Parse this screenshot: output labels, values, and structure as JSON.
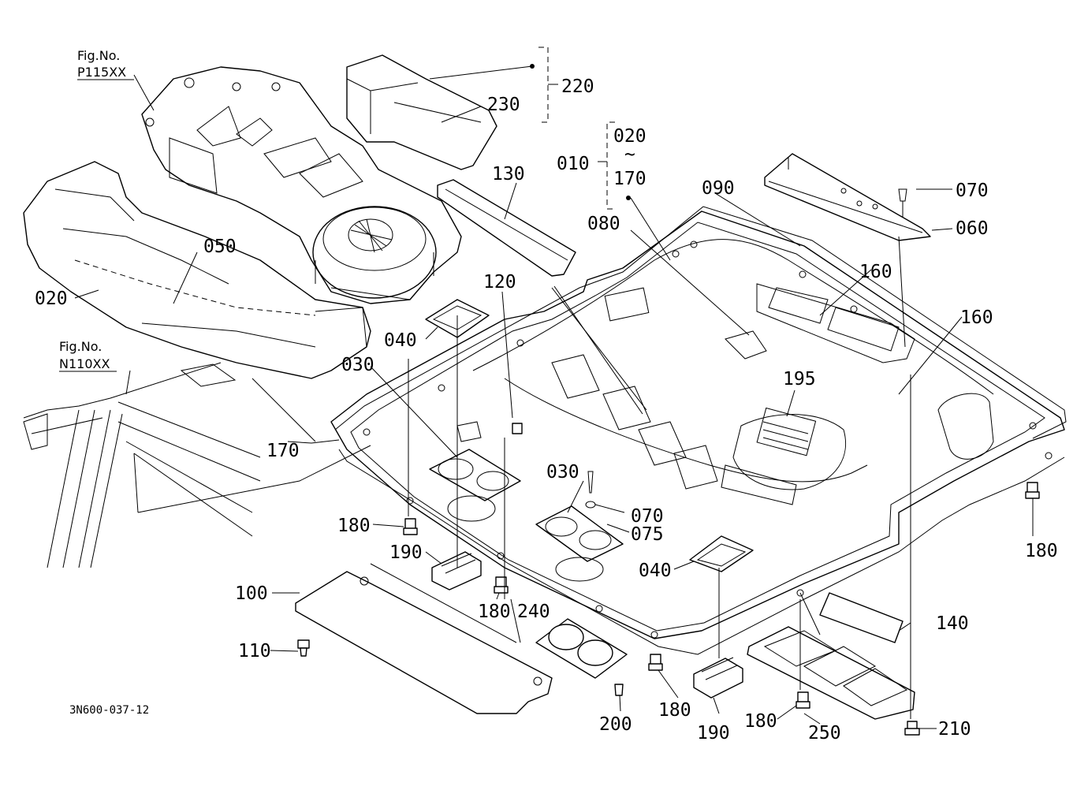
{
  "figure_refs": [
    {
      "line1": "Fig.No.",
      "line2": "P115XX"
    },
    {
      "line1": "Fig.No.",
      "line2": "N110XX"
    }
  ],
  "group_220": {
    "label": "220"
  },
  "group_010": {
    "label": "010",
    "range_start": "020",
    "range_sep": "~",
    "range_end": "170"
  },
  "callouts": [
    {
      "label": "230"
    },
    {
      "label": "130"
    },
    {
      "label": "090"
    },
    {
      "label": "070"
    },
    {
      "label": "060"
    },
    {
      "label": "080"
    },
    {
      "label": "050"
    },
    {
      "label": "020"
    },
    {
      "label": "120"
    },
    {
      "label": "160"
    },
    {
      "label": "160"
    },
    {
      "label": "040"
    },
    {
      "label": "030"
    },
    {
      "label": "195"
    },
    {
      "label": "170"
    },
    {
      "label": "030"
    },
    {
      "label": "070"
    },
    {
      "label": "075"
    },
    {
      "label": "180"
    },
    {
      "label": "190"
    },
    {
      "label": "040"
    },
    {
      "label": "100"
    },
    {
      "label": "180"
    },
    {
      "label": "240"
    },
    {
      "label": "140"
    },
    {
      "label": "110"
    },
    {
      "label": "180"
    },
    {
      "label": "200"
    },
    {
      "label": "190"
    },
    {
      "label": "180"
    },
    {
      "label": "250"
    },
    {
      "label": "210"
    },
    {
      "label": "180"
    }
  ],
  "drawing_code": "3N600-037-12"
}
